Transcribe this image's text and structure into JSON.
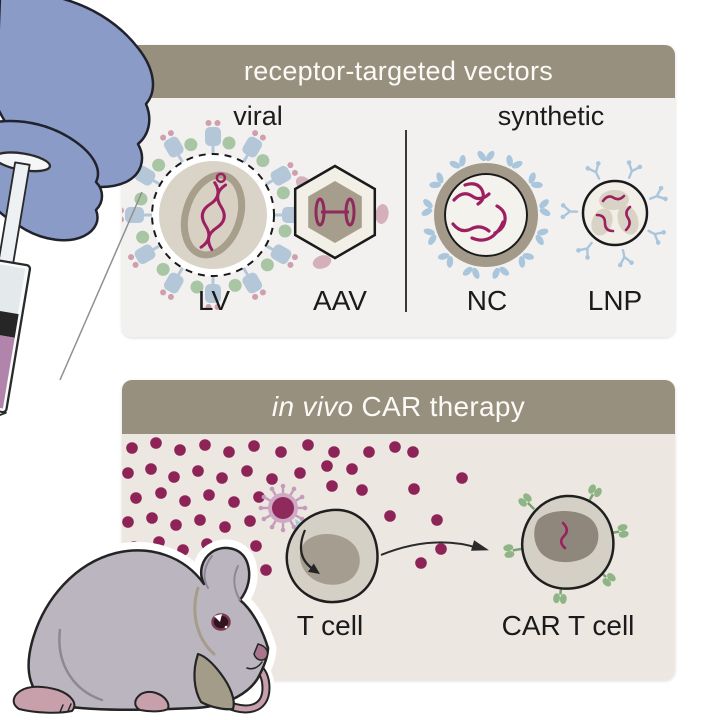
{
  "vectors_panel": {
    "title": "receptor-targeted vectors",
    "categories": [
      {
        "label": "viral"
      },
      {
        "label": "synthetic"
      }
    ],
    "items": [
      {
        "label": "LV"
      },
      {
        "label": "AAV"
      },
      {
        "label": "NC"
      },
      {
        "label": "LNP"
      }
    ]
  },
  "therapy_panel": {
    "title_italic": "in vivo",
    "title_rest": " CAR therapy",
    "cell_labels": [
      {
        "label": "T cell"
      },
      {
        "label": "CAR T cell"
      }
    ]
  },
  "colors": {
    "header_bg": "#98907e",
    "header_text": "#fbfaf6",
    "vectors_panel_bg": "#f2f1ef",
    "therapy_panel_bg": "#ece7e0",
    "magenta_particles": "#8e2358",
    "rna_magenta": "#9c2060",
    "antibody_blue": "#a9c6dc",
    "car_receptor_green": "#8fb586",
    "hand_blue": "#8a9bc7",
    "syringe_liquid_mauve": "#b184ab",
    "mouse_gray": "#bab5bf",
    "cell_body": "#d5d0c5",
    "capsid_taupe": "#a89e8c"
  }
}
